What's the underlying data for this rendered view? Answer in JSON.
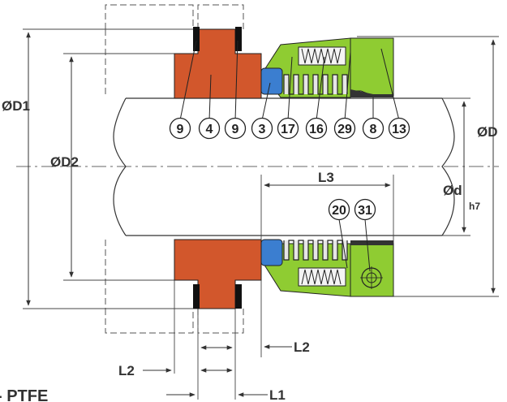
{
  "colors": {
    "seat": "#d2572c",
    "rotary": "#8fcc32",
    "collar": "#3b7ed0",
    "bellows": "#e6e6e6",
    "dark": "#222222",
    "dim_text": "#333333"
  },
  "dimensions": {
    "od1": "ØD1",
    "od2": "ØD2",
    "od": "ØD",
    "od_small": "Ød",
    "tolerance": "h7",
    "l1": "L1",
    "l2_right": "L2",
    "l2_left": "L2",
    "l3": "L3"
  },
  "callouts_top": [
    "9",
    "4",
    "9",
    "3",
    "17",
    "16",
    "29",
    "8",
    "13"
  ],
  "callouts_bottom": [
    "20",
    "31"
  ],
  "footer_text": "- PTFE"
}
